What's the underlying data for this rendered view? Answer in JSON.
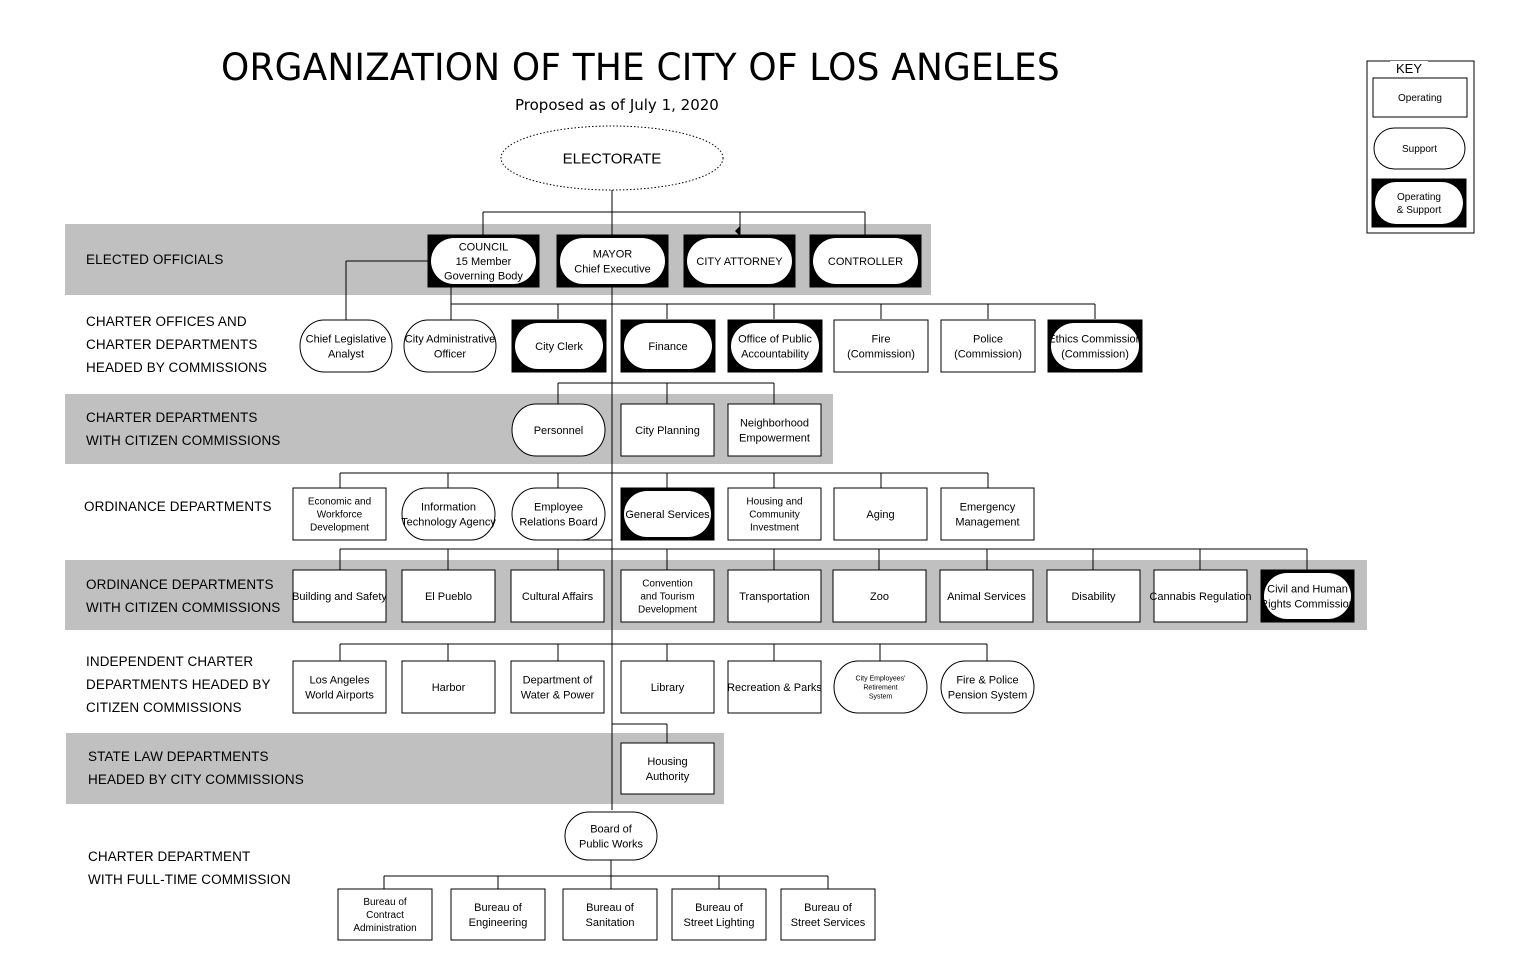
{
  "title": "ORGANIZATION OF THE CITY OF LOS ANGELES",
  "subtitle": "Proposed as of July 1, 2020",
  "key": {
    "title": "KEY",
    "operating": "Operating",
    "support": "Support",
    "operating_support": [
      "Operating",
      "& Support"
    ]
  },
  "electorate": "ELECTORATE",
  "tiers": {
    "elected": "ELECTED OFFICIALS",
    "charter_offices": "CHARTER OFFICES AND\nCHARTER DEPARTMENTS\nHEADED BY COMMISSIONS",
    "charter_citizen": "CHARTER DEPARTMENTS\nWITH CITIZEN COMMISSIONS",
    "ordinance": "ORDINANCE DEPARTMENTS",
    "ordinance_citizen": "ORDINANCE DEPARTMENTS\nWITH CITIZEN COMMISSIONS",
    "independent": "INDEPENDENT CHARTER\nDEPARTMENTS HEADED BY\nCITIZEN COMMISSIONS",
    "state_law": "STATE LAW DEPARTMENTS\nHEADED BY CITY COMMISSIONS",
    "full_time": "CHARTER DEPARTMENT\nWITH FULL-TIME COMMISSION"
  },
  "elected_officials": [
    {
      "lines": [
        "COUNCIL",
        "15  Member",
        "Governing Body"
      ]
    },
    {
      "lines": [
        "MAYOR",
        "Chief Executive"
      ]
    },
    {
      "lines": [
        "CITY ATTORNEY"
      ]
    },
    {
      "lines": [
        "CONTROLLER"
      ]
    }
  ],
  "charter_offices": [
    {
      "lines": [
        "Chief Legislative",
        "Analyst"
      ]
    },
    {
      "lines": [
        "City Administrative",
        "Officer"
      ]
    },
    {
      "lines": [
        "City Clerk"
      ]
    },
    {
      "lines": [
        "Finance"
      ]
    },
    {
      "lines": [
        "Office of Public",
        "Accountability"
      ]
    },
    {
      "lines": [
        "Fire",
        "(Commission)"
      ]
    },
    {
      "lines": [
        "Police",
        "(Commission)"
      ]
    },
    {
      "lines": [
        "Ethics Commission",
        "(Commission)"
      ]
    }
  ],
  "charter_citizen": [
    {
      "lines": [
        "Personnel"
      ]
    },
    {
      "lines": [
        "City Planning"
      ]
    },
    {
      "lines": [
        "Neighborhood",
        "Empowerment"
      ]
    }
  ],
  "ordinance": [
    {
      "lines": [
        "Economic and",
        "Workforce",
        "Development"
      ]
    },
    {
      "lines": [
        "Information",
        "Technology Agency"
      ]
    },
    {
      "lines": [
        "Employee",
        "Relations Board"
      ]
    },
    {
      "lines": [
        "General Services"
      ]
    },
    {
      "lines": [
        "Housing and",
        "Community",
        "Investment"
      ]
    },
    {
      "lines": [
        "Aging"
      ]
    },
    {
      "lines": [
        "Emergency",
        "Management"
      ]
    }
  ],
  "ordinance_citizen": [
    {
      "lines": [
        "Building and Safety"
      ]
    },
    {
      "lines": [
        "El Pueblo"
      ]
    },
    {
      "lines": [
        "Cultural Affairs"
      ]
    },
    {
      "lines": [
        "Convention",
        "and Tourism",
        "Development"
      ]
    },
    {
      "lines": [
        "Transportation"
      ]
    },
    {
      "lines": [
        "Zoo"
      ]
    },
    {
      "lines": [
        "Animal Services"
      ]
    },
    {
      "lines": [
        "Disability"
      ]
    },
    {
      "lines": [
        "Cannabis Regulation"
      ]
    },
    {
      "lines": [
        "Civil and Human",
        "Rights Commission"
      ]
    }
  ],
  "independent": [
    {
      "lines": [
        "Los Angeles",
        "World Airports"
      ]
    },
    {
      "lines": [
        "Harbor"
      ]
    },
    {
      "lines": [
        "Department of",
        "Water & Power"
      ]
    },
    {
      "lines": [
        "Library"
      ]
    },
    {
      "lines": [
        "Recreation & Parks"
      ]
    },
    {
      "lines": [
        "City Employees'",
        "Retirement",
        "System"
      ]
    },
    {
      "lines": [
        "Fire & Police",
        "Pension System"
      ]
    }
  ],
  "state_law": [
    {
      "lines": [
        "Housing",
        "Authority"
      ]
    }
  ],
  "public_works": {
    "lines": [
      "Board of",
      "Public Works"
    ]
  },
  "bureaus": [
    {
      "lines": [
        "Bureau of",
        "Contract",
        "Administration"
      ]
    },
    {
      "lines": [
        "Bureau of",
        "Engineering"
      ]
    },
    {
      "lines": [
        "Bureau of",
        "Sanitation"
      ]
    },
    {
      "lines": [
        "Bureau of",
        "Street Lighting"
      ]
    },
    {
      "lines": [
        "Bureau of",
        "Street Services"
      ]
    }
  ]
}
